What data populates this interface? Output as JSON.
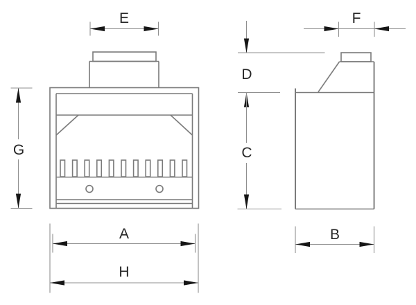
{
  "drawing": {
    "type": "technical-dimension-drawing",
    "subject": "firebox two-view elevation",
    "dimension_labels": {
      "flue_width_front": "E",
      "flue_depth_side": "F",
      "overall_height": "G",
      "flue_height": "D",
      "body_height": "C",
      "inner_width": "A",
      "overall_width": "H",
      "body_depth": "B"
    },
    "colors": {
      "background": "#ffffff",
      "object_line": "#7a7a7a",
      "dimension_line": "#8f8f8f",
      "arrowhead": "#161616",
      "label_text": "#262626"
    }
  }
}
